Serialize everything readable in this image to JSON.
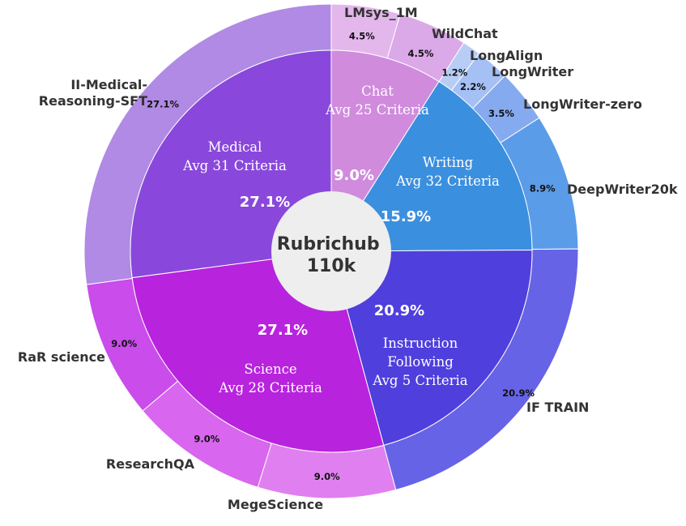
{
  "chart_data": {
    "type": "pie",
    "subtype": "nested-donut",
    "center_label": [
      "Rubrichub",
      "110k"
    ],
    "inner": [
      {
        "name": "Chat",
        "criteria": "Avg 25 Criteria",
        "percent": 9.0,
        "percent_label": "9.0%",
        "color": "#d08bdd"
      },
      {
        "name": "Writing",
        "criteria": "Avg 32 Criteria",
        "percent": 15.9,
        "percent_label": "15.9%",
        "color": "#3b8fdf"
      },
      {
        "name": "Instruction Following",
        "criteria": "Avg 5 Criteria",
        "percent": 20.9,
        "percent_label": "20.9%",
        "color": "#4f3fdd"
      },
      {
        "name": "Science",
        "criteria": "Avg 28 Criteria",
        "percent": 27.1,
        "percent_label": "27.1%",
        "color": "#b823dd"
      },
      {
        "name": "Medical",
        "criteria": "Avg 31 Criteria",
        "percent": 27.1,
        "percent_label": "27.1%",
        "color": "#8948db"
      }
    ],
    "outer": [
      {
        "name": "LMsys_1M",
        "percent": 4.5,
        "percent_label": "4.5%",
        "color": "#e4b7ec"
      },
      {
        "name": "WildChat",
        "percent": 4.5,
        "percent_label": "4.5%",
        "color": "#dba8e8"
      },
      {
        "name": "LongAlign",
        "percent": 1.2,
        "percent_label": "1.2%",
        "color": "#b8cdf6"
      },
      {
        "name": "LongWriter",
        "percent": 2.2,
        "percent_label": "2.2%",
        "color": "#a4c0f4"
      },
      {
        "name": "LongWriter-zero",
        "percent": 3.5,
        "percent_label": "3.5%",
        "color": "#86aaef"
      },
      {
        "name": "DeepWriter20k",
        "percent": 8.9,
        "percent_label": "8.9%",
        "color": "#5b9ce9"
      },
      {
        "name": "IF TRAIN",
        "percent": 20.9,
        "percent_label": "20.9%",
        "color": "#6763e6"
      },
      {
        "name": "MegeScience",
        "percent": 9.0,
        "percent_label": "9.0%",
        "color": "#e080f0"
      },
      {
        "name": "ResearchQA",
        "percent": 9.0,
        "percent_label": "9.0%",
        "color": "#d866ee"
      },
      {
        "name": "RaR science",
        "percent": 9.0,
        "percent_label": "9.0%",
        "color": "#c94ceb"
      },
      {
        "name": "II-Medical-Reasoning-SFT",
        "name_lines": [
          "II-Medical-",
          "Reasoning-SFT"
        ],
        "percent": 27.1,
        "percent_label": "27.1%",
        "color": "#b08ae4"
      }
    ]
  }
}
